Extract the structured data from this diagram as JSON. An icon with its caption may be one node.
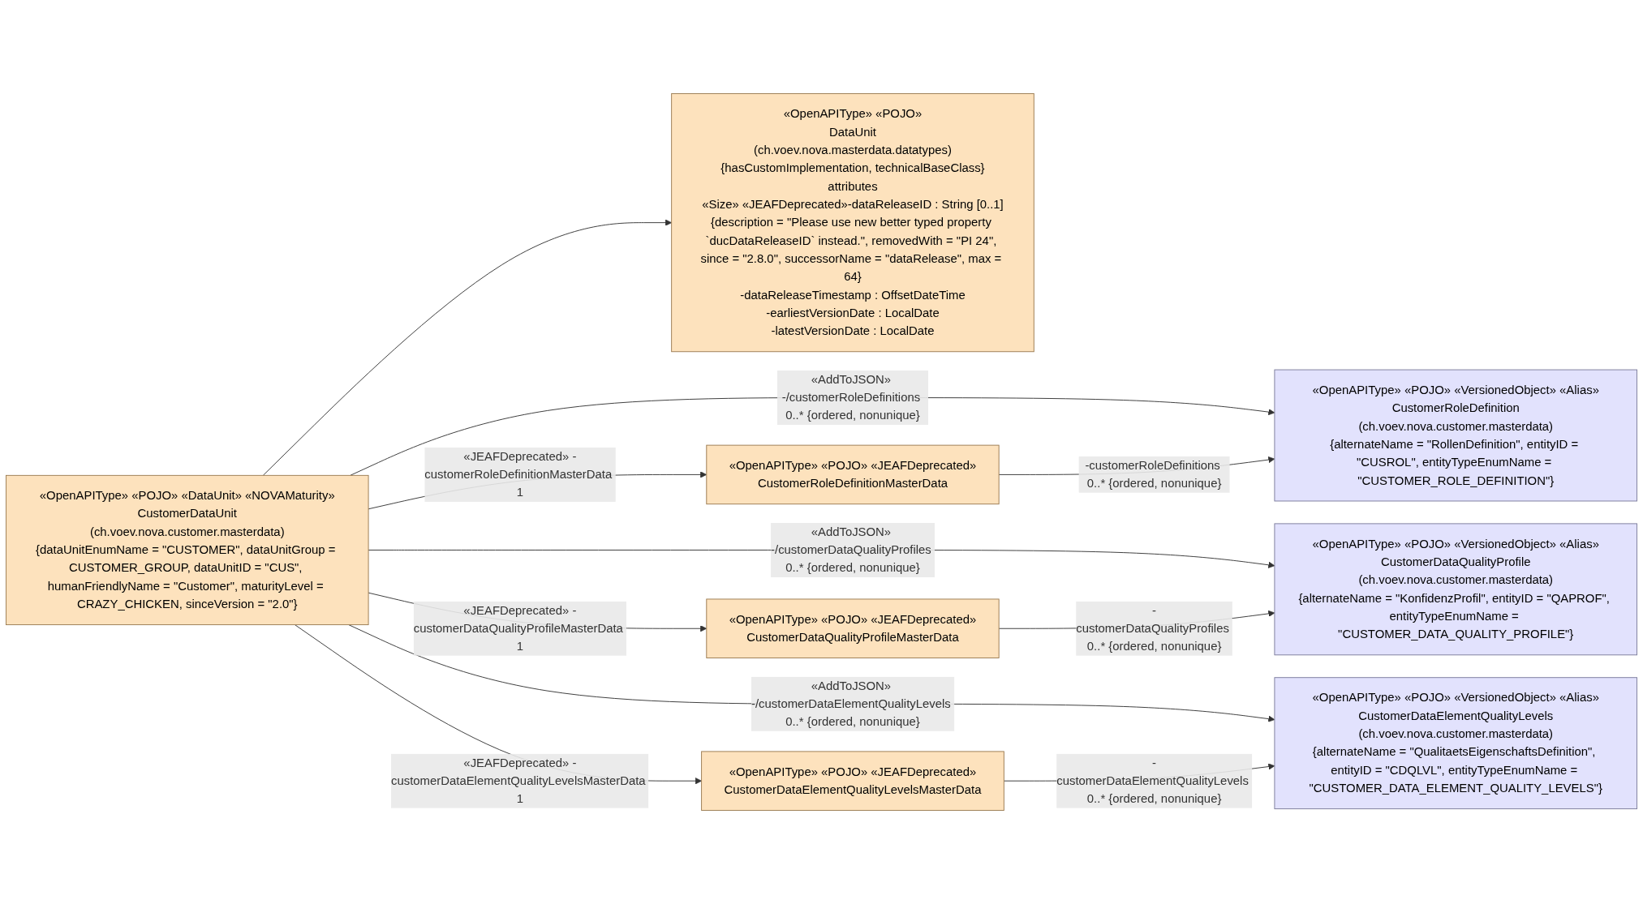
{
  "diagram": {
    "nodes": [
      {
        "text": [
          "«OpenAPIType» «POJO»",
          "DataUnit",
          "(ch.voev.nova.masterdata.datatypes)",
          "{hasCustomImplementation, technicalBaseClass}",
          "attributes",
          "«Size» «JEAFDeprecated»-dataReleaseID : String [0..1]{description = \"Please use new better typed property `ducDataReleaseID` instead.\", removedWith = \"PI 24\", since = \"2.8.0\", successorName = \"dataRelease\", max = 64}",
          "-dataReleaseTimestamp : OffsetDateTime",
          "-earliestVersionDate : LocalDate",
          "-latestVersionDate : LocalDate"
        ]
      },
      {
        "text": [
          "«OpenAPIType» «POJO» «DataUnit» «NOVAMaturity»",
          "CustomerDataUnit",
          "(ch.voev.nova.customer.masterdata)",
          "{dataUnitEnumName = \"CUSTOMER\", dataUnitGroup = CUSTOMER_GROUP, dataUnitID = \"CUS\", humanFriendlyName = \"Customer\", maturityLevel = CRAZY_CHICKEN, sinceVersion = \"2.0\"}"
        ]
      },
      {
        "text": [
          "«OpenAPIType» «POJO» «VersionedObject» «Alias»",
          "CustomerRoleDefinition",
          "(ch.voev.nova.customer.masterdata)",
          "{alternateName = \"RollenDefinition\", entityID = \"CUSROL\", entityTypeEnumName = \"CUSTOMER_ROLE_DEFINITION\"}"
        ]
      },
      {
        "text": [
          "«OpenAPIType» «POJO» «JEAFDeprecated»",
          "CustomerRoleDefinitionMasterData"
        ]
      },
      {
        "text": [
          "«OpenAPIType» «POJO» «VersionedObject» «Alias»",
          "CustomerDataQualityProfile",
          "(ch.voev.nova.customer.masterdata)",
          "{alternateName = \"KonfidenzProfil\", entityID = \"QAPROF\", entityTypeEnumName = \"CUSTOMER_DATA_QUALITY_PROFILE\"}"
        ]
      },
      {
        "text": [
          "«OpenAPIType» «POJO» «JEAFDeprecated»",
          "CustomerDataQualityProfileMasterData"
        ]
      },
      {
        "text": [
          "«OpenAPIType» «POJO» «VersionedObject» «Alias»",
          "CustomerDataElementQualityLevels",
          "(ch.voev.nova.customer.masterdata)",
          "{alternateName = \"QualitaetsEigenschaftsDefinition\", entityID = \"CDQLVL\", entityTypeEnumName = \"CUSTOMER_DATA_ELEMENT_QUALITY_LEVELS\"}"
        ]
      },
      {
        "text": [
          "«OpenAPIType» «POJO» «JEAFDeprecated»",
          "CustomerDataElementQualityLevelsMasterData"
        ]
      }
    ],
    "edges": [
      {
        "from": 1,
        "to": 0,
        "arrow": "to"
      },
      {
        "from": 1,
        "to": 2,
        "arrow": "to",
        "label": "«AddToJSON» -/customerRoleDefinitions 0..* {ordered, nonunique}"
      },
      {
        "from": 3,
        "to": 2,
        "arrow": "to",
        "label": "-customerRoleDefinitions 0..* {ordered, nonunique}"
      },
      {
        "from": 1,
        "to": 3,
        "arrow": "to",
        "label": "«JEAFDeprecated» -customerRoleDefinitionMasterData 1"
      },
      {
        "from": 1,
        "to": 4,
        "arrow": "to",
        "label": "«AddToJSON» -/customerDataQualityProfiles 0..* {ordered, nonunique}"
      },
      {
        "from": 5,
        "to": 4,
        "arrow": "to",
        "label": "-customerDataQualityProfiles 0..* {ordered, nonunique}"
      },
      {
        "from": 1,
        "to": 5,
        "arrow": "to",
        "label": "«JEAFDeprecated» -customerDataQualityProfileMasterData 1"
      },
      {
        "from": 1,
        "to": 6,
        "arrow": "to",
        "label": "«AddToJSON» -/customerDataElementQualityLevels 0..* {ordered, nonunique}"
      },
      {
        "from": 7,
        "to": 6,
        "arrow": "to",
        "label": "-customerDataElementQualityLevels 0..* {ordered, nonunique}"
      },
      {
        "from": 1,
        "to": 7,
        "arrow": "to",
        "label": "«JEAFDeprecated» -customerDataElementQualityLevelsMasterData 1"
      }
    ]
  }
}
